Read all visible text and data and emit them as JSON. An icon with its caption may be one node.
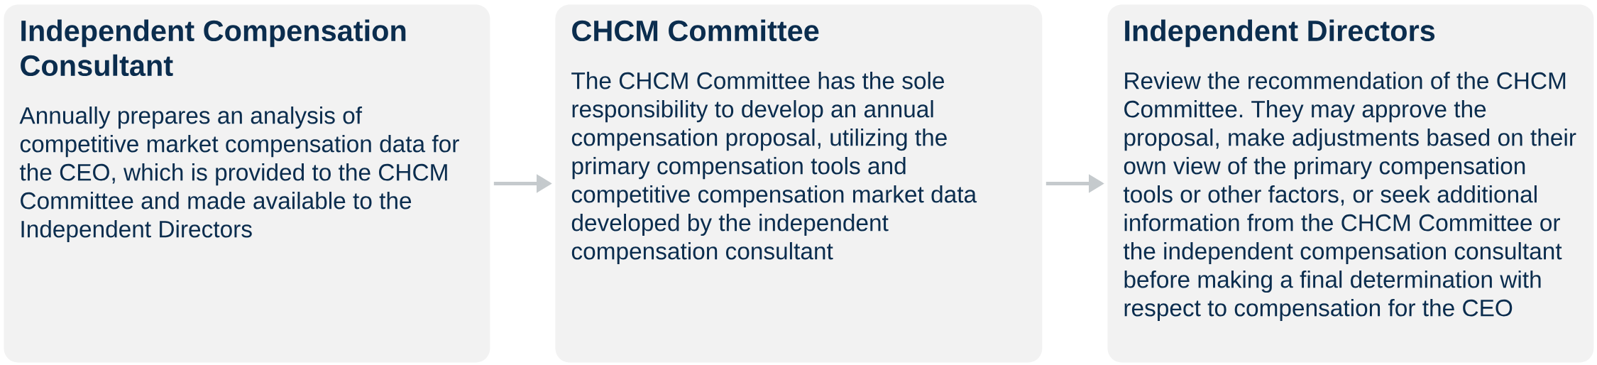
{
  "diagram": {
    "nodes": [
      {
        "text": [
          "Independent Compensation Consultant",
          "Annually prepares an analysis of competitive market compensation data for the CEO, which is provided to the CHCM Committee and made available to the Independent Directors"
        ]
      },
      {
        "text": [
          "CHCM Committee",
          "The CHCM Committee has the sole responsibility to develop an annual compensation proposal, utilizing the primary compensation tools and competitive compensation market data developed by the independent compensation consultant"
        ]
      },
      {
        "text": [
          "Independent Directors",
          "Review the recommendation of the CHCM Committee. They may approve the proposal, make adjustments based on their own view of the primary compensation tools or other factors, or seek additional information from the CHCM Committee or the independent compensation consultant before making a final determination with respect to compensation for the CEO"
        ]
      }
    ],
    "edges": [
      {
        "from": 0,
        "to": 1,
        "arrow": "to"
      },
      {
        "from": 1,
        "to": 2,
        "arrow": "to"
      }
    ]
  }
}
